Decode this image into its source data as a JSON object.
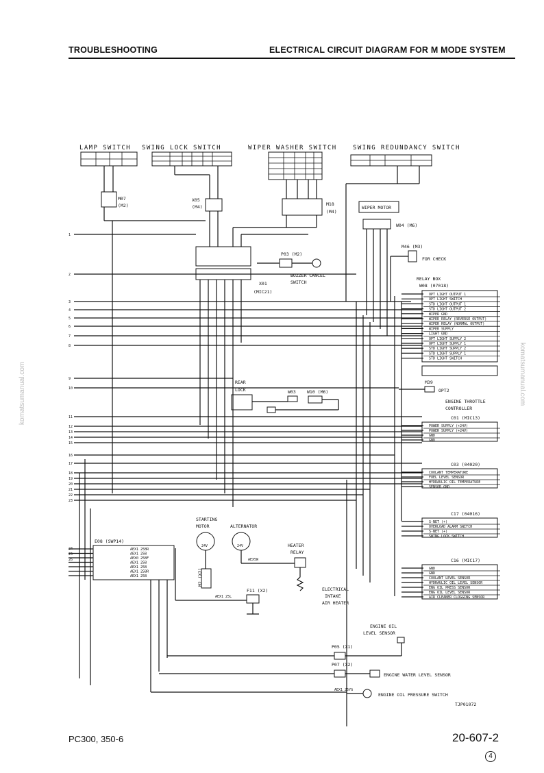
{
  "header": {
    "left": "TROUBLESHOOTING",
    "right": "ELECTRICAL CIRCUIT DIAGRAM FOR M MODE SYSTEM"
  },
  "footer": {
    "model": "PC300, 350-6",
    "page": "20-607-2",
    "revision": "4"
  },
  "watermark": "komatsumanual.com",
  "diagram": {
    "switches": {
      "lamp": "LAMP SWITCH",
      "swing_lock": "SWING LOCK SWITCH",
      "wiper_washer": "WIPER WASHER SWITCH",
      "swing_redundancy": "SWING REDUNDANCY SWITCH"
    },
    "connectors": {
      "m07": "M07",
      "m07_sub": "(M2)",
      "x05": "X05",
      "x05_sub": "(M4)",
      "m18": "M18",
      "m18_sub": "(M4)",
      "wiper_motor": "WIPER MOTOR",
      "w04": "W04 (M6)",
      "m46": "M46 (M3)",
      "for_check": "FOR CHECK",
      "p03": "P03 (M2)",
      "buzzer_1": "BUZZER CANCEL",
      "buzzer_2": "SWITCH",
      "x01": "X01",
      "x01_sub": "(MIC21)",
      "relay_box_1": "RELAY BOX",
      "relay_box_2": "W08 (07018)",
      "rear_lock_1": "REAR",
      "rear_lock_2": "LOCK",
      "w03": "W03",
      "w10": "W10 (M6)",
      "m39": "M39",
      "opt2": "OPT2",
      "engine_throttle_1": "ENGINE THROTTLE",
      "engine_throttle_2": "CONTROLLER",
      "c01": "C01 (MIC13)",
      "c03": "C03 (04020)",
      "c17": "C17 (04016)",
      "c16": "C16 (MIC17)",
      "e08": "E08 (SWP14)",
      "starting_motor_1": "STARTING",
      "starting_motor_2": "MOTOR",
      "alternator": "ALTERNATOR",
      "heater_relay_1": "HEATER",
      "heater_relay_2": "RELAY",
      "m2": "M2 (X2)",
      "f11": "F11 (X2)",
      "intake_1": "ELECTRICAL",
      "intake_2": "INTAKE",
      "intake_3": "AIR HEATER",
      "oil_level_1": "ENGINE OIL",
      "oil_level_2": "LEVEL SENSOR",
      "p05": "P05 (X1)",
      "p07": "P07 (X2)",
      "water_level": "ENGINE WATER LEVEL SENSOR",
      "oil_pressure": "ENGINE OIL PRESSURE SWITCH",
      "drawing_no": "TJP01072"
    },
    "relay_box_lines": [
      "OPT LIGHT OUTPUT 1",
      "OPT LIGHT SWITCH",
      "STD LIGHT OUTPUT 1",
      "STD LIGHT OUTPUT 2",
      "WIPER GND",
      "WIPER RELAY (REVERSE OUTPUT)",
      "WIPER RELAY (NORMAL OUTPUT)",
      "WIPER SUPPLY",
      "LIGHT GND",
      "OPT LIGHT SUPPLY 2",
      "OPT LIGHT SUPPLY 1",
      "STD LIGHT SUPPLY 2",
      "STD LIGHT SUPPLY 1",
      "STD LIGHT SWITCH"
    ],
    "c01_lines": [
      "POWER SUPPLY (+24V)",
      "POWER SUPPLY (+24V)",
      "GND",
      "GND"
    ],
    "c03_lines": [
      "COOLANT TEMPERATURE",
      "FUEL LEVEL SENSOR",
      "HYDRAULIC OIL TEMPERATURE",
      "SENSOR GND"
    ],
    "c17_lines": [
      "S-NET (+)",
      "OVERLOAD ALARM SWITCH",
      "S-NET (+)",
      "SWING LOCK SWITCH"
    ],
    "c16_lines": [
      "GND",
      "GND",
      "COOLANT LEVEL SENSOR",
      "HYDRAULIC OIL LEVEL SENSOR",
      "ENG OIL PRESS SENSOR",
      "ENG OIL LEVEL SENSOR",
      "AIR CLEANER CLOGGING SENSOR"
    ],
    "e08_lines": [
      "AEX1 25BR",
      "AEX1 25B",
      "AEX0 25BF",
      "AEX1 25B",
      "AEX1 25B",
      "AEX1 25BR",
      "AEX1 25B"
    ],
    "left_numbers": [
      "1",
      "2",
      "3",
      "4",
      "5",
      "6",
      "7",
      "8",
      "9",
      "10",
      "11",
      "12",
      "13",
      "14",
      "15",
      "16",
      "17",
      "18",
      "19",
      "20",
      "21",
      "22",
      "23",
      "24",
      "25",
      "26"
    ],
    "voltage_starting": "24V",
    "voltage_alternator": "24V",
    "wire_aex5w": "AEX5W",
    "wire_aex1_25l": "AEX1 25L",
    "wire_aex1_25yg": "AEX1 25YG"
  }
}
